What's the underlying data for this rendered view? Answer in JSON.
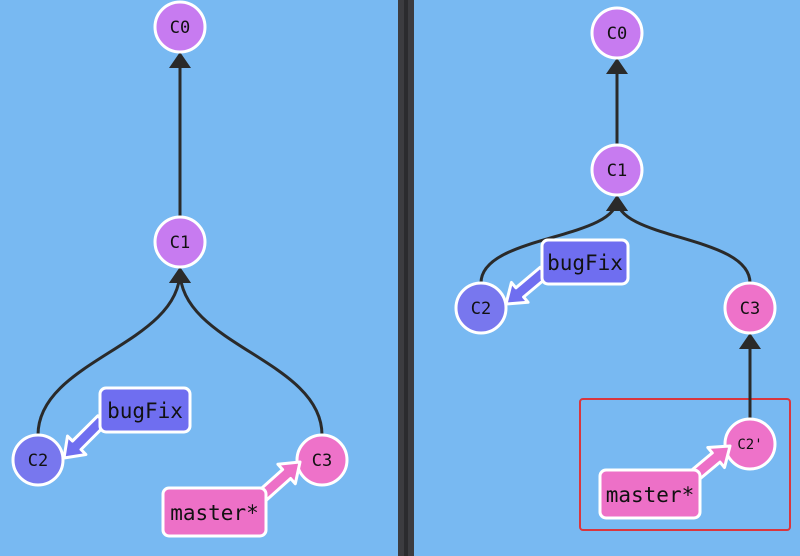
{
  "colors": {
    "background": "#78b9f2",
    "divider": "#3c3c40",
    "edge": "#2a2a2a",
    "commit_purple": "#c77bf0",
    "commit_blue": "#7877ee",
    "commit_pink": "#ee72c9",
    "branch_bugfix": "#6f6ef0",
    "branch_master": "#ed70c7",
    "highlight_box": "#d9363e"
  },
  "panels": [
    {
      "id": "before",
      "commits": [
        {
          "id": "C0",
          "label": "C0",
          "color": "purple"
        },
        {
          "id": "C1",
          "label": "C1",
          "color": "purple"
        },
        {
          "id": "C2",
          "label": "C2",
          "color": "blue"
        },
        {
          "id": "C3",
          "label": "C3",
          "color": "pink"
        }
      ],
      "edges": [
        {
          "from": "C1",
          "to": "C0"
        },
        {
          "from": "C2",
          "to": "C1"
        },
        {
          "from": "C3",
          "to": "C1"
        }
      ],
      "branches": [
        {
          "name": "bugFix",
          "target": "C2",
          "color": "bugfix"
        },
        {
          "name": "master*",
          "target": "C3",
          "color": "master"
        }
      ]
    },
    {
      "id": "after",
      "commits": [
        {
          "id": "C0",
          "label": "C0",
          "color": "purple"
        },
        {
          "id": "C1",
          "label": "C1",
          "color": "purple"
        },
        {
          "id": "C2",
          "label": "C2",
          "color": "blue"
        },
        {
          "id": "C3",
          "label": "C3",
          "color": "pink"
        },
        {
          "id": "C2p",
          "label": "C2'",
          "color": "pink"
        }
      ],
      "edges": [
        {
          "from": "C1",
          "to": "C0"
        },
        {
          "from": "C2",
          "to": "C1"
        },
        {
          "from": "C3",
          "to": "C1"
        },
        {
          "from": "C2p",
          "to": "C3"
        }
      ],
      "branches": [
        {
          "name": "bugFix",
          "target": "C2",
          "color": "bugfix"
        },
        {
          "name": "master*",
          "target": "C2p",
          "color": "master"
        }
      ],
      "highlight": "C2p"
    }
  ]
}
